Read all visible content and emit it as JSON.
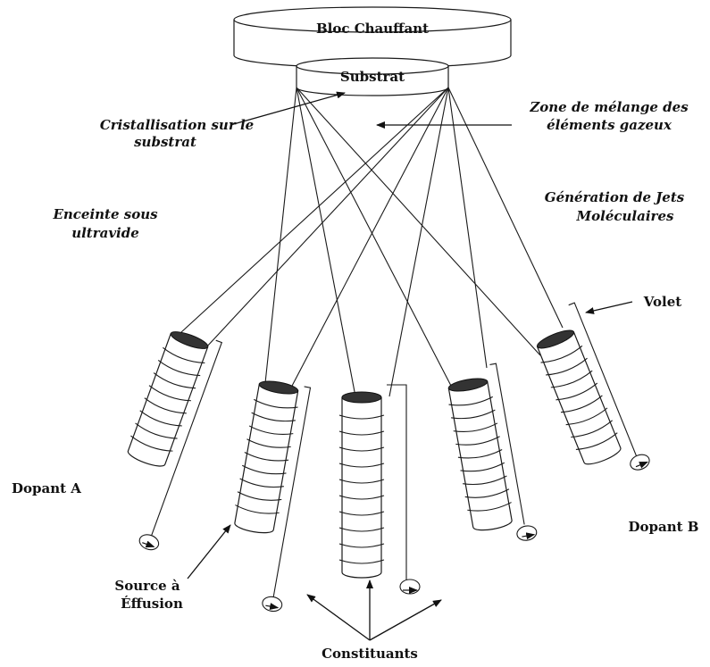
{
  "labels": {
    "heater_block": "Bloc Chauffant",
    "substrate": "Substrat",
    "crystallization": [
      "Cristallisation  sur le",
      "substrat"
    ],
    "mixing_zone": [
      "Zone de mélange des",
      "éléments gazeux"
    ],
    "chamber": [
      "Enceinte sous",
      "ultravide"
    ],
    "beam_generation": [
      "Génération de Jets",
      "Moléculaires"
    ],
    "shutter": "Volet",
    "dopant_a": "Dopant A",
    "dopant_b": "Dopant B",
    "effusion_source": [
      "Source à",
      "Éffusion"
    ],
    "constituents": "Constituants"
  }
}
